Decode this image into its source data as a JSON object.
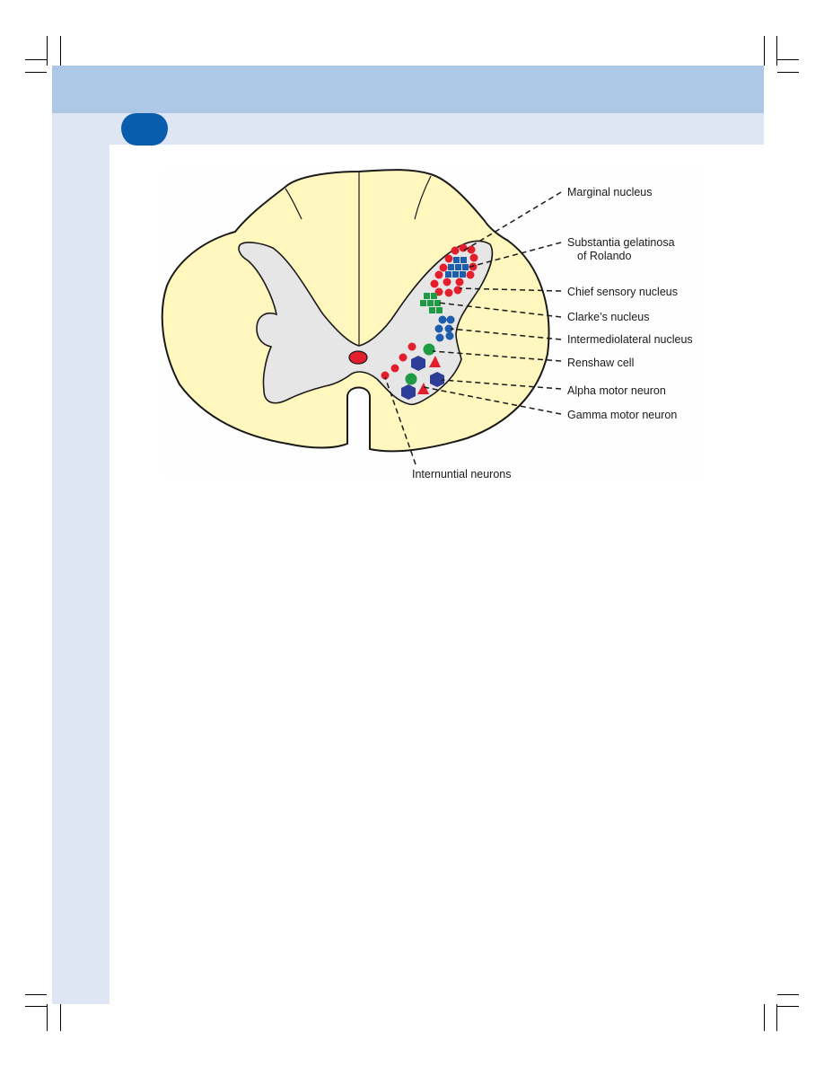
{
  "colors": {
    "header_band": "#adc7e6",
    "sub_band": "#dfe6f3",
    "chapter_pill": "#0a5cad",
    "white_matter": "#fff7bd",
    "gray_matter": "#e6e6e6",
    "neuron_red": "#e31e2d",
    "neuron_blue": "#1d5fae",
    "neuron_green": "#1f9a45",
    "neuron_navy": "#2e3d98"
  },
  "diagram": {
    "labels": {
      "marginal_nucleus": "Marginal nucleus",
      "substantia_line1": "Substantia gelatinosa",
      "substantia_line2": "of Rolando",
      "chief_sensory_nucleus": "Chief sensory nucleus",
      "clarkes_nucleus": "Clarke’s nucleus",
      "intermediolateral_nucleus": "Intermediolateral nucleus",
      "renshaw_cell": "Renshaw cell",
      "alpha_motor_neuron": "Alpha motor neuron",
      "gamma_motor_neuron": "Gamma motor neuron",
      "internuntial_neurons": "Internuntial neurons"
    }
  }
}
